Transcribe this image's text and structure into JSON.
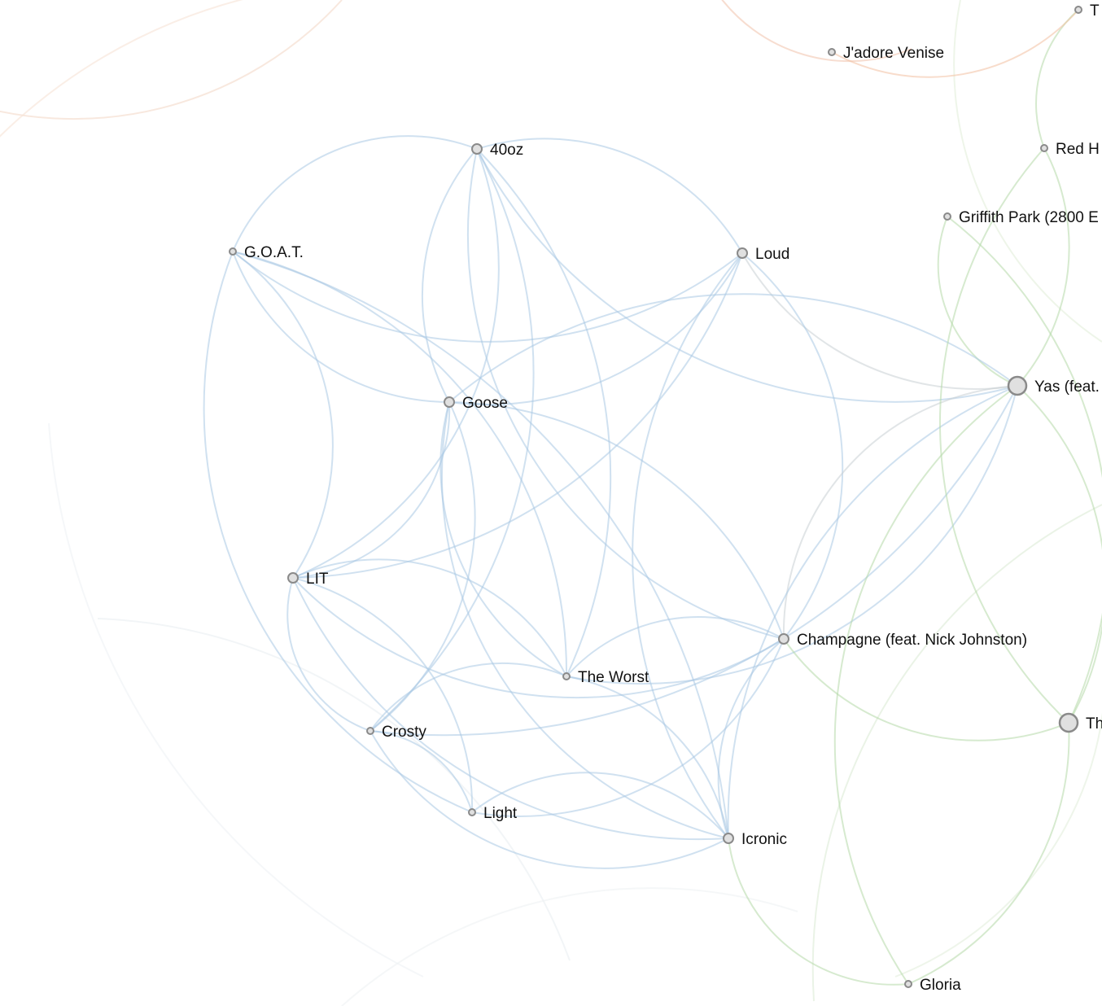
{
  "nodes": [
    {
      "id": "T",
      "label": "T",
      "size": "small",
      "group": "green"
    },
    {
      "id": "jadore-venise",
      "label": "J'adore Venise",
      "size": "small",
      "group": "orange"
    },
    {
      "id": "40oz",
      "label": "40oz",
      "size": "medium",
      "group": "blue"
    },
    {
      "id": "red-h",
      "label": "Red H",
      "size": "small",
      "group": "green"
    },
    {
      "id": "griffith-park",
      "label": "Griffith Park (2800 E",
      "size": "small",
      "group": "green"
    },
    {
      "id": "goat",
      "label": "G.O.A.T.",
      "size": "small",
      "group": "blue"
    },
    {
      "id": "loud",
      "label": "Loud",
      "size": "medium",
      "group": "blue"
    },
    {
      "id": "yas",
      "label": "Yas (feat.",
      "size": "large",
      "group": "blue"
    },
    {
      "id": "goose",
      "label": "Goose",
      "size": "medium",
      "group": "blue"
    },
    {
      "id": "lit",
      "label": "LIT",
      "size": "medium",
      "group": "blue"
    },
    {
      "id": "champagne",
      "label": "Champagne (feat. Nick Johnston)",
      "size": "medium",
      "group": "blue"
    },
    {
      "id": "the-worst",
      "label": "The Worst",
      "size": "small",
      "group": "blue"
    },
    {
      "id": "the",
      "label": "The",
      "size": "large",
      "group": "green"
    },
    {
      "id": "crosty",
      "label": "Crosty",
      "size": "small",
      "group": "blue"
    },
    {
      "id": "light",
      "label": "Light",
      "size": "small",
      "group": "blue"
    },
    {
      "id": "icronic",
      "label": "Icronic",
      "size": "medium",
      "group": "blue"
    },
    {
      "id": "gloria",
      "label": "Gloria",
      "size": "small",
      "group": "green"
    }
  ],
  "links": [
    {
      "source": "40oz",
      "target": "goat"
    },
    {
      "source": "40oz",
      "target": "loud"
    },
    {
      "source": "40oz",
      "target": "goose"
    },
    {
      "source": "40oz",
      "target": "lit"
    },
    {
      "source": "40oz",
      "target": "yas"
    },
    {
      "source": "40oz",
      "target": "the-worst"
    },
    {
      "source": "40oz",
      "target": "champagne"
    },
    {
      "source": "40oz",
      "target": "crosty"
    },
    {
      "source": "goat",
      "target": "goose"
    },
    {
      "source": "goat",
      "target": "lit"
    },
    {
      "source": "goat",
      "target": "loud"
    },
    {
      "source": "goat",
      "target": "icronic"
    },
    {
      "source": "goat",
      "target": "light"
    },
    {
      "source": "goat",
      "target": "the-worst"
    },
    {
      "source": "goose",
      "target": "loud"
    },
    {
      "source": "goose",
      "target": "lit"
    },
    {
      "source": "goose",
      "target": "the-worst"
    },
    {
      "source": "goose",
      "target": "champagne"
    },
    {
      "source": "goose",
      "target": "icronic"
    },
    {
      "source": "goose",
      "target": "crosty"
    },
    {
      "source": "loud",
      "target": "yas"
    },
    {
      "source": "loud",
      "target": "champagne"
    },
    {
      "source": "loud",
      "target": "icronic"
    },
    {
      "source": "loud",
      "target": "lit"
    },
    {
      "source": "lit",
      "target": "crosty"
    },
    {
      "source": "lit",
      "target": "light"
    },
    {
      "source": "lit",
      "target": "icronic"
    },
    {
      "source": "lit",
      "target": "the-worst"
    },
    {
      "source": "lit",
      "target": "champagne"
    },
    {
      "source": "crosty",
      "target": "light"
    },
    {
      "source": "crosty",
      "target": "icronic"
    },
    {
      "source": "crosty",
      "target": "the-worst"
    },
    {
      "source": "crosty",
      "target": "yas"
    },
    {
      "source": "light",
      "target": "icronic"
    },
    {
      "source": "light",
      "target": "champagne"
    },
    {
      "source": "the-worst",
      "target": "icronic"
    },
    {
      "source": "the-worst",
      "target": "yas"
    },
    {
      "source": "the-worst",
      "target": "champagne"
    },
    {
      "source": "champagne",
      "target": "icronic"
    },
    {
      "source": "champagne",
      "target": "yas"
    },
    {
      "source": "champagne",
      "target": "the"
    },
    {
      "source": "icronic",
      "target": "yas"
    },
    {
      "source": "icronic",
      "target": "gloria"
    },
    {
      "source": "yas",
      "target": "the"
    },
    {
      "source": "yas",
      "target": "red-h"
    },
    {
      "source": "yas",
      "target": "griffith-park"
    },
    {
      "source": "yas",
      "target": "goose"
    },
    {
      "source": "red-h",
      "target": "T"
    },
    {
      "source": "red-h",
      "target": "the"
    },
    {
      "source": "griffith-park",
      "target": "the"
    },
    {
      "source": "gloria",
      "target": "the"
    },
    {
      "source": "gloria",
      "target": "yas"
    },
    {
      "source": "jadore-venise",
      "target": "T"
    }
  ],
  "colors": {
    "blue": "#a9c9e3",
    "green": "#b5d9a8",
    "orange": "#f2bfa0",
    "grey": "#c8cfd3",
    "node_fill": "#e0e0e0",
    "node_stroke": "#8a8a8a",
    "label": "#111111"
  }
}
